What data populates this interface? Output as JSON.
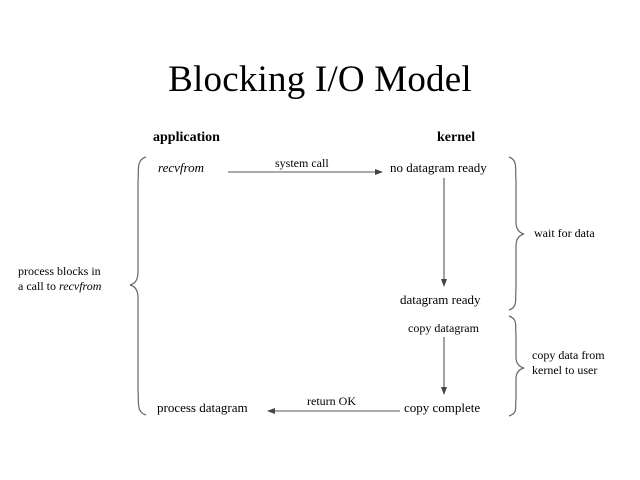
{
  "title": "Blocking I/O Model",
  "columns": {
    "application": "application",
    "kernel": "kernel"
  },
  "nodes": {
    "recvfrom": "recvfrom",
    "no_datagram_ready": "no datagram  ready",
    "datagram_ready": "datagram  ready",
    "copy_complete": "copy  complete",
    "process_datagram": "process datagram"
  },
  "edges": {
    "system_call": "system  call",
    "return_ok": "return OK",
    "copy_datagram": "copy  datagram"
  },
  "annotations": {
    "process_blocks_line1": "process blocks in",
    "process_blocks_line2_prefix": "a call to ",
    "process_blocks_line2_italic": "recvfrom",
    "wait_for_data": "wait for data",
    "copy_data_line1": "copy data from",
    "copy_data_line2": "kernel  to user"
  },
  "colors": {
    "background": "#ffffff",
    "ink": "#000000",
    "line": "#555555",
    "brace": "#666666"
  },
  "chart_data": {
    "type": "diagram",
    "title": "Blocking I/O Model",
    "lanes": [
      "application",
      "kernel"
    ],
    "steps": [
      {
        "lane": "application",
        "label": "recvfrom"
      },
      {
        "lane": "kernel",
        "label": "no datagram ready"
      },
      {
        "lane": "kernel",
        "label": "datagram ready"
      },
      {
        "lane": "kernel",
        "label": "copy complete"
      },
      {
        "lane": "application",
        "label": "process datagram"
      }
    ],
    "transitions": [
      {
        "from": "recvfrom",
        "to": "no datagram ready",
        "label": "system call",
        "direction": "right"
      },
      {
        "from": "no datagram ready",
        "to": "datagram ready",
        "label": "",
        "direction": "down"
      },
      {
        "from": "datagram ready",
        "to": "copy complete",
        "label": "copy datagram",
        "direction": "down"
      },
      {
        "from": "copy complete",
        "to": "process datagram",
        "label": "return OK",
        "direction": "left"
      }
    ],
    "brace_groups": [
      {
        "side": "left",
        "label": "process blocks in a call to recvfrom",
        "spans": [
          "recvfrom",
          "process datagram"
        ]
      },
      {
        "side": "right",
        "label": "wait for data",
        "spans": [
          "no datagram ready",
          "datagram ready"
        ]
      },
      {
        "side": "right",
        "label": "copy data from kernel to user",
        "spans": [
          "copy datagram",
          "copy complete"
        ]
      }
    ]
  }
}
